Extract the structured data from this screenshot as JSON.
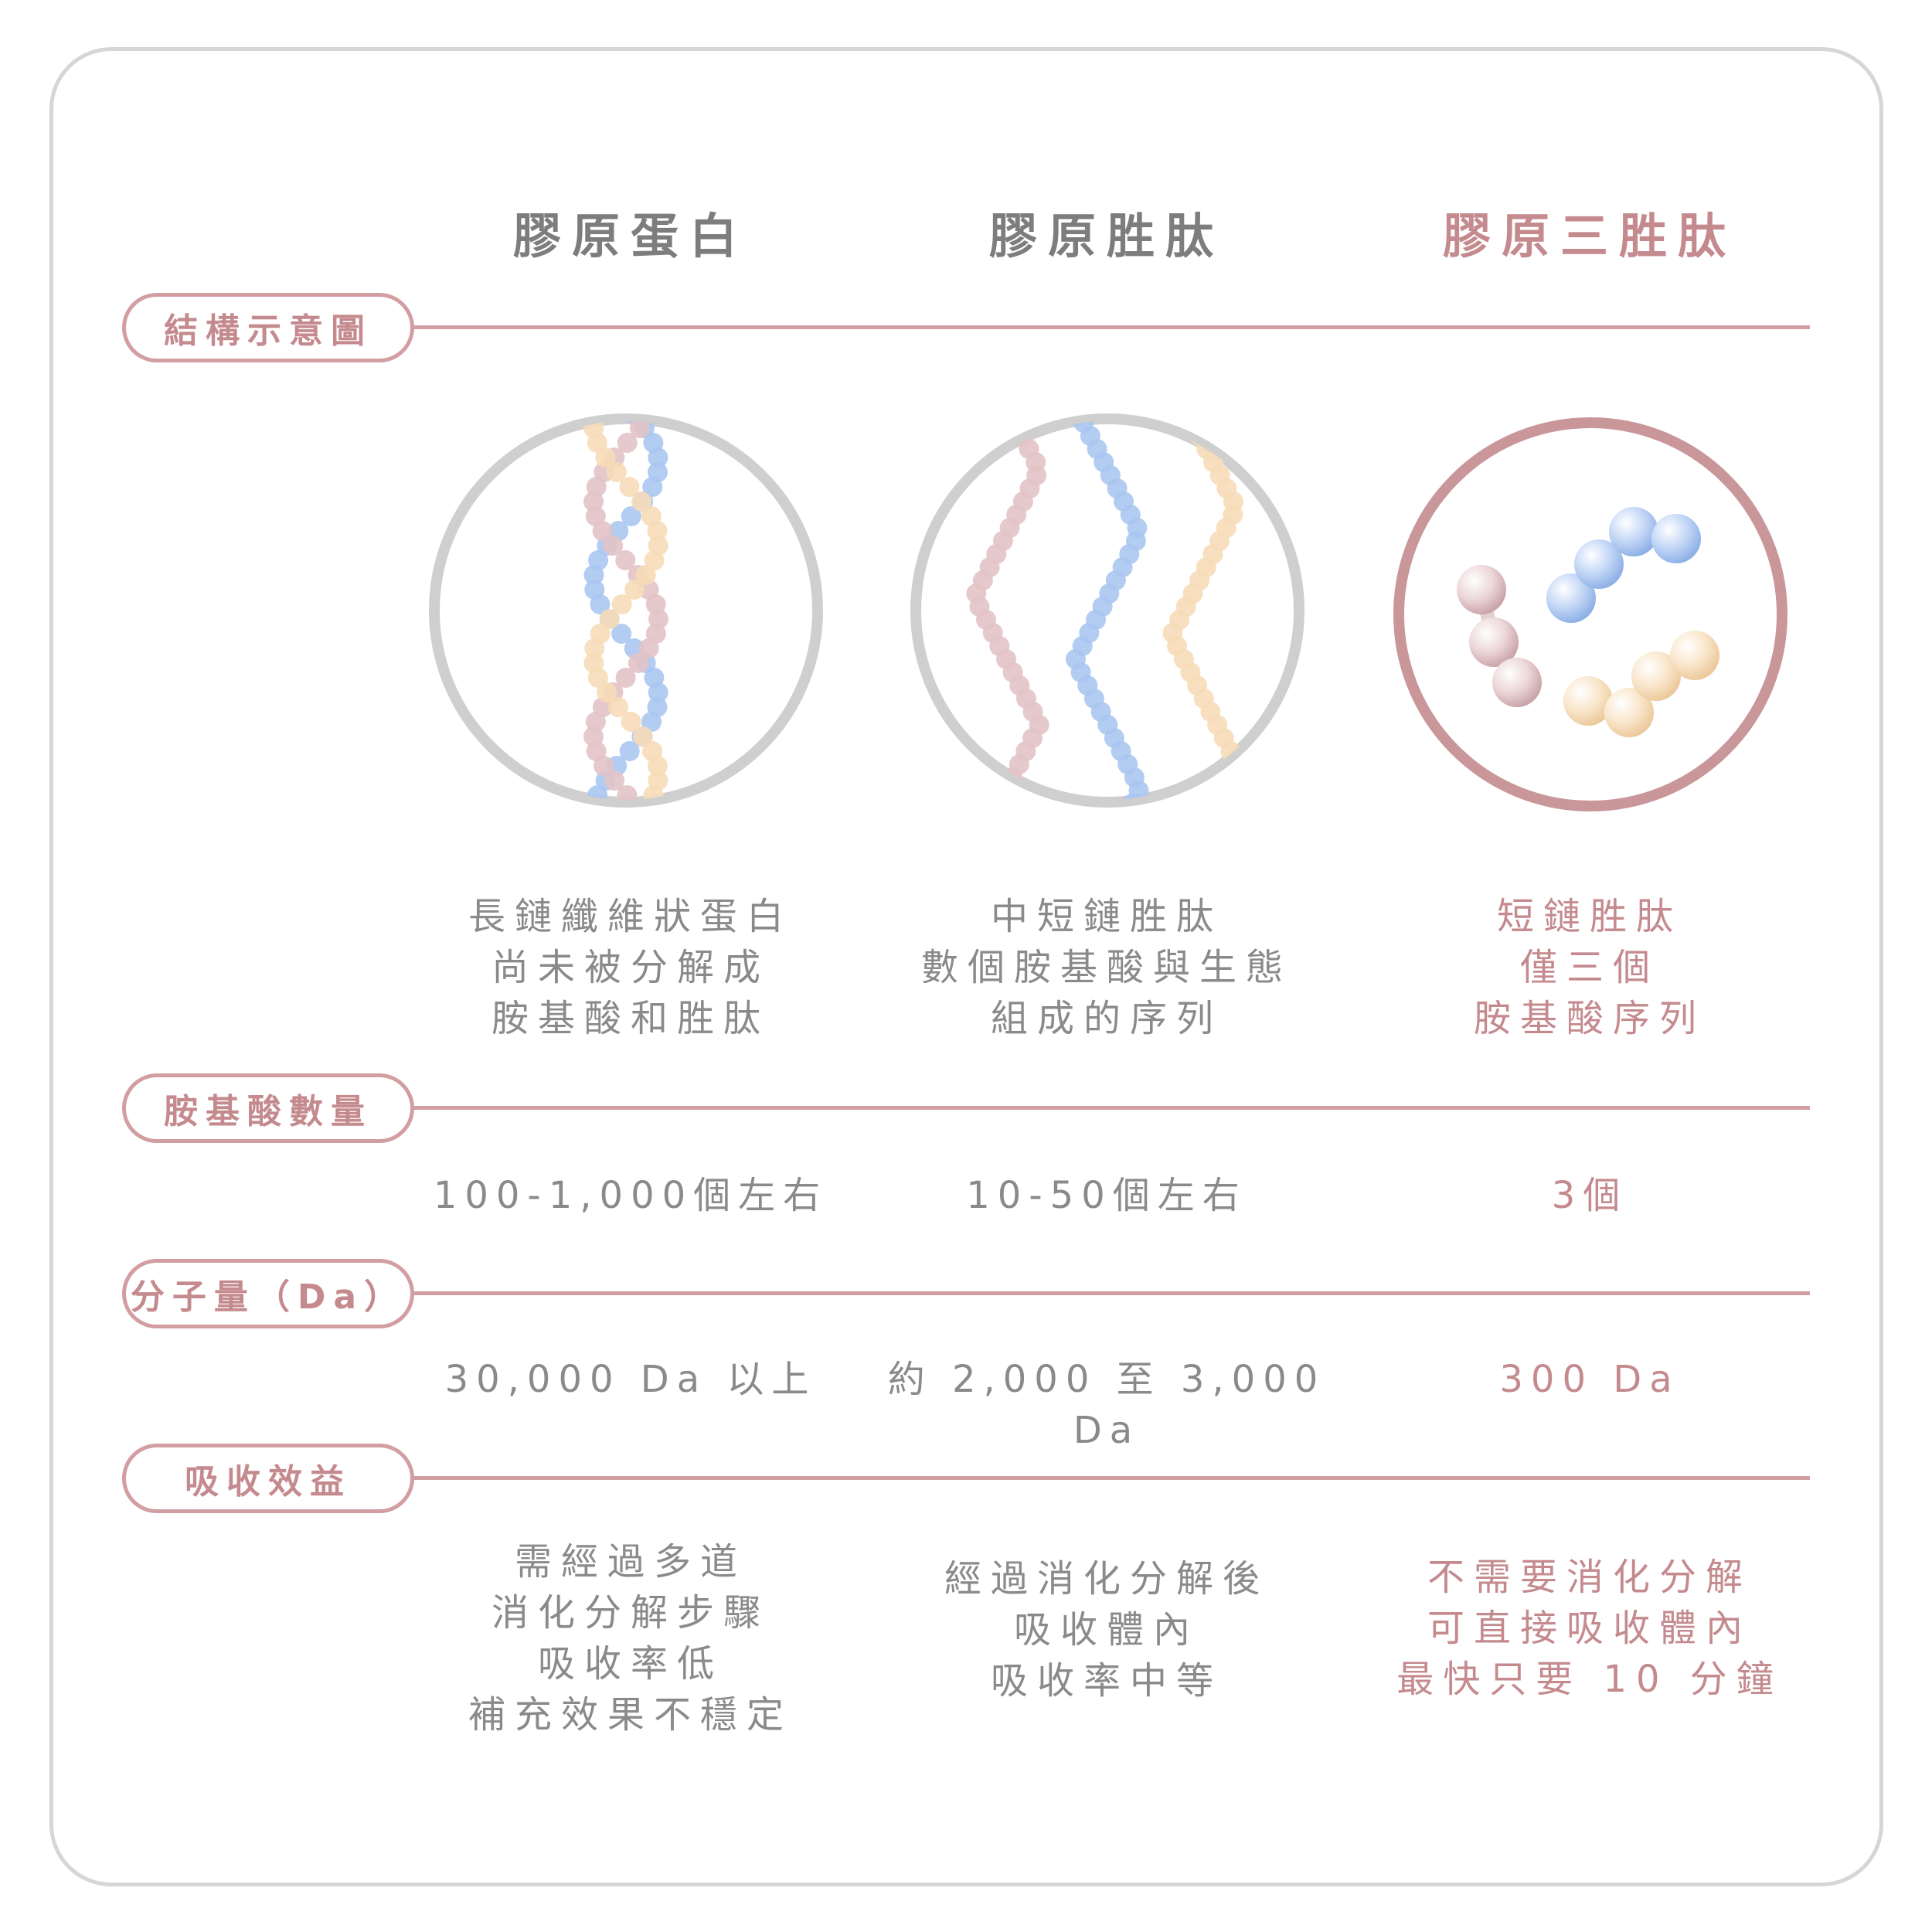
{
  "columns": [
    "膠原蛋白",
    "膠原胜肽",
    "膠原三胜肽"
  ],
  "rows": {
    "structure": {
      "label": "結構示意圖",
      "cells": [
        [
          "長鏈纖維狀蛋白",
          "尚未被分解成",
          "胺基酸和胜肽"
        ],
        [
          "中短鏈胜肽",
          "數個胺基酸與生態",
          "組成的序列"
        ],
        [
          "短鏈胜肽",
          "僅三個",
          "胺基酸序列"
        ]
      ]
    },
    "amino_count": {
      "label": "胺基酸數量",
      "cells": [
        "100-1,000個左右",
        "10-50個左右",
        "3個"
      ]
    },
    "molecular_weight": {
      "label": "分子量（Da）",
      "cells": [
        "30,000 Da 以上",
        "約 2,000 至 3,000 Da",
        "300 Da"
      ]
    },
    "absorption": {
      "label": "吸收效益",
      "cells": [
        [
          "需經過多道",
          "消化分解步驟",
          "吸收率低",
          "補充效果不穩定"
        ],
        [
          "經過消化分解後",
          "吸收體內",
          "吸收率中等"
        ],
        [
          "不需要消化分解",
          "可直接吸收體內",
          "最快只要 10 分鐘"
        ]
      ]
    }
  },
  "colors": {
    "accent": "#c48a8e",
    "text_gray": "#8a8a8a",
    "circle_gray": "#cfcfcf",
    "bead_pink": "#e2c3c6",
    "bead_blue": "#aac6f1",
    "bead_cream": "#f6dcb8"
  }
}
